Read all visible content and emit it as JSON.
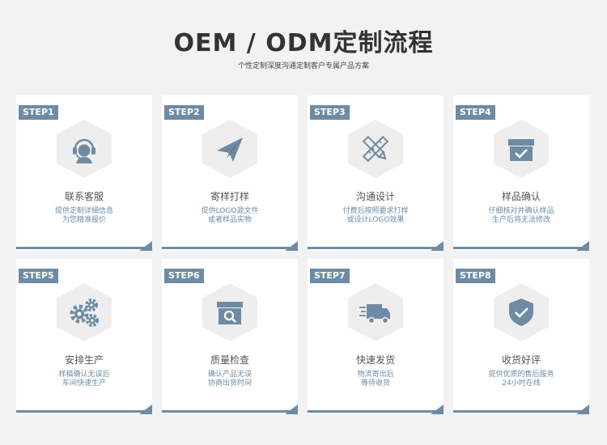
{
  "header": {
    "title": "OEM / ODM定制流程",
    "subtitle": "个性定制深度沟通定制客户专属产品方案"
  },
  "colors": {
    "accent": "#6e8ba3",
    "hex": "#eeeeee",
    "title": "#333333",
    "desc": "#6a8ca6"
  },
  "steps": [
    {
      "badge": "STEP1",
      "icon": "headset-icon",
      "title": "联系客服",
      "desc": [
        "提供定制详细信息",
        "为您精准报价"
      ]
    },
    {
      "badge": "STEP2",
      "icon": "paper-plane-icon",
      "title": "寄样打样",
      "desc": [
        "提供LOGO源文件",
        "或者样品实物"
      ]
    },
    {
      "badge": "STEP3",
      "icon": "ruler-pencil-icon",
      "title": "沟通设计",
      "desc": [
        "付费后按照要求打样",
        "或设计LOGO效果"
      ]
    },
    {
      "badge": "STEP4",
      "icon": "box-check-icon",
      "title": "样品确认",
      "desc": [
        "仔细核对并确认样品",
        "生产后将无法修改"
      ]
    },
    {
      "badge": "STEP5",
      "icon": "gears-icon",
      "title": "安排生产",
      "desc": [
        "样稿确认无误后",
        "车间快速生产"
      ]
    },
    {
      "badge": "STEP6",
      "icon": "search-box-icon",
      "title": "质量检查",
      "desc": [
        "确认产品无误",
        "协商出货时间"
      ]
    },
    {
      "badge": "STEP7",
      "icon": "delivery-truck-icon",
      "title": "快速发货",
      "desc": [
        "物流寄出后",
        "等待收货"
      ]
    },
    {
      "badge": "STEP8",
      "icon": "shield-check-icon",
      "title": "收货好评",
      "desc": [
        "提供优质的售后服务",
        "24小时在线"
      ]
    }
  ]
}
